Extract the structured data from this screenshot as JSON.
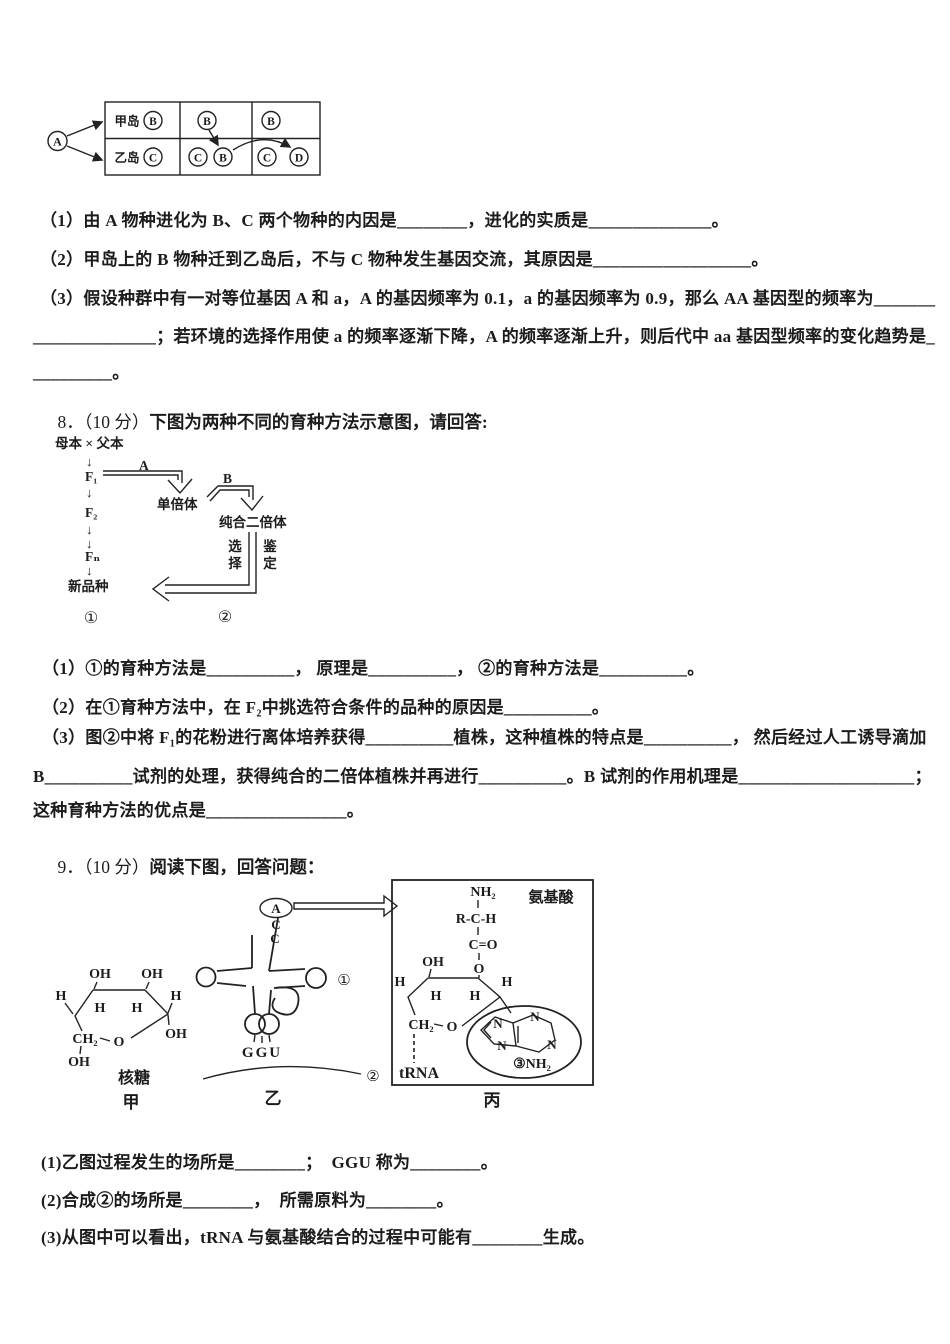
{
  "colors": {
    "ink": "#1c1c1c",
    "paper": "#ffffff"
  },
  "q7": {
    "evo": {
      "ancestor": "A",
      "island1": "甲岛",
      "island2": "乙岛",
      "r1c1": "B",
      "r1c2": "B",
      "r1c3": "B",
      "r2c1": "C",
      "r2c2a": "C",
      "r2c2b": "B",
      "r2c3a": "C",
      "r2c3b": "D"
    },
    "sub1": "（1）由 A 物种进化为 B、C 两个物种的内因是________，进化的实质是______________。",
    "sub2": "（2）甲岛上的 B 物种迁到乙岛后，不与 C 物种发生基因交流，其原因是__________________。",
    "sub3a": "（3）假设种群中有一对等位基因 A 和 a，A 的基因频率为 0.1，a 的基因频率为 0.9，那么 AA 基因型的频率为_______",
    "sub3b": "______________；若环境的选择作用使 a 的频率逐渐下降，A 的频率逐渐上升，则后代中 aa 基因型频率的变化趋势是_",
    "sub3c": "_________。"
  },
  "q8": {
    "prefix": "8．（10 分）",
    "title": "下图为两种不同的育种方法示意图，请回答:",
    "diagram": {
      "parents": "母本 × 父本",
      "down": "↓",
      "f1": "F₁",
      "f2": "F₂",
      "fn": "Fₙ",
      "new_variety": "新品种",
      "label_a": "A",
      "label_b": "B",
      "haploid": "单倍体",
      "pure_diploid": "纯合二倍体",
      "select_c1": "选",
      "select_c2": "择",
      "identify_c1": "鉴",
      "identify_c2": "定",
      "m1": "①",
      "m2": "②"
    },
    "sub1": "（1）①的育种方法是__________， 原理是__________， ②的育种方法是__________。",
    "sub2": "（2）在①育种方法中，在 F₂中挑选符合条件的品种的原因是__________。",
    "sub3a": "（3）图②中将 F₁的花粉进行离体培养获得__________植株，这种植株的特点是__________， 然后经过人工诱导滴加",
    "sub3b": "B__________试剂的处理，获得纯合的二倍体植株并再进行__________。B 试剂的作用机理是____________________；",
    "sub3c": "这种育种方法的优点是________________。"
  },
  "q9": {
    "prefix": "9．（10 分）",
    "title": "阅读下图，回答问题：",
    "jia": {
      "oh": "OH",
      "h": "H",
      "ch2": "CH₂",
      "o": "O",
      "name": "核糖",
      "tag": "甲"
    },
    "yi": {
      "a": "A",
      "c": "C",
      "anticodon": "GGU",
      "k1": "①",
      "k2": "②",
      "tag": "乙"
    },
    "bing": {
      "nh2": "NH₂",
      "rch": "R-C-H",
      "co": "C=O",
      "amino": "氨基酸",
      "oh": "OH",
      "o": "O",
      "h": "H",
      "ch2": "CH₂",
      "n": "N",
      "knh2": "③NH₂",
      "trna": "tRNA",
      "tag": "丙"
    },
    "sub1": "(1)乙图过程发生的场所是________；  GGU 称为________。",
    "sub2": "(2)合成②的场所是________，  所需原料为________。",
    "sub3": "(3)从图中可以看出，tRNA 与氨基酸结合的过程中可能有________生成。"
  }
}
